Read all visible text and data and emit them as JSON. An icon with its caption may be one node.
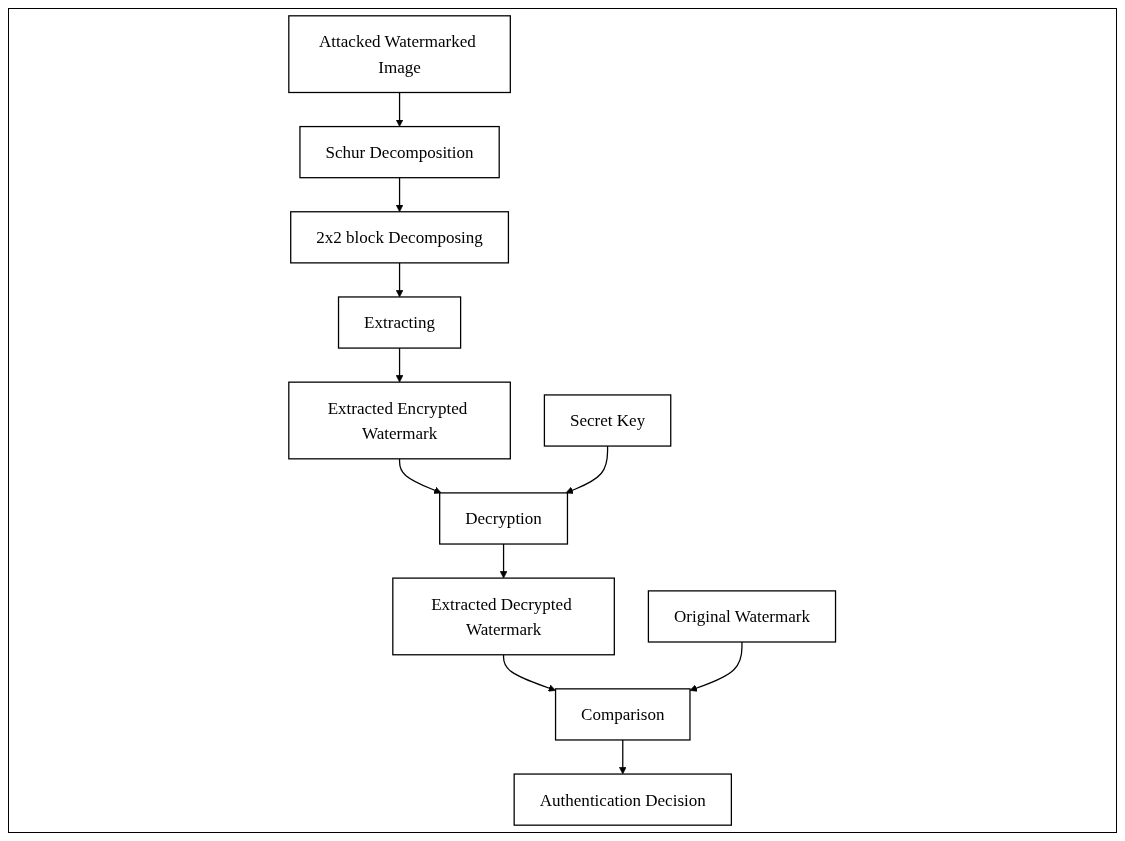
{
  "diagram": {
    "nodes": [
      {
        "text": [
          "Attacked Watermarked Image"
        ]
      },
      {
        "text": [
          "Schur Decomposition"
        ]
      },
      {
        "text": [
          "2x2 block Decomposing"
        ]
      },
      {
        "text": [
          "Extracting"
        ]
      },
      {
        "text": [
          "Extracted Encrypted Watermark"
        ]
      },
      {
        "text": [
          "Secret Key"
        ]
      },
      {
        "text": [
          "Decryption"
        ]
      },
      {
        "text": [
          "Extracted Decrypted Watermark"
        ]
      },
      {
        "text": [
          "Comparison"
        ]
      },
      {
        "text": [
          "Original Watermark"
        ]
      },
      {
        "text": [
          "Authentication Decision"
        ]
      }
    ],
    "edges": [
      {
        "from": 0,
        "to": 1,
        "arrow": "to"
      },
      {
        "from": 1,
        "to": 2,
        "arrow": "to"
      },
      {
        "from": 2,
        "to": 3,
        "arrow": "to"
      },
      {
        "from": 3,
        "to": 4,
        "arrow": "to"
      },
      {
        "from": 4,
        "to": 6,
        "arrow": "to"
      },
      {
        "from": 5,
        "to": 6,
        "arrow": "to"
      },
      {
        "from": 6,
        "to": 7,
        "arrow": "to"
      },
      {
        "from": 7,
        "to": 8,
        "arrow": "to"
      },
      {
        "from": 9,
        "to": 8,
        "arrow": "to"
      },
      {
        "from": 8,
        "to": 10,
        "arrow": "to"
      }
    ]
  }
}
